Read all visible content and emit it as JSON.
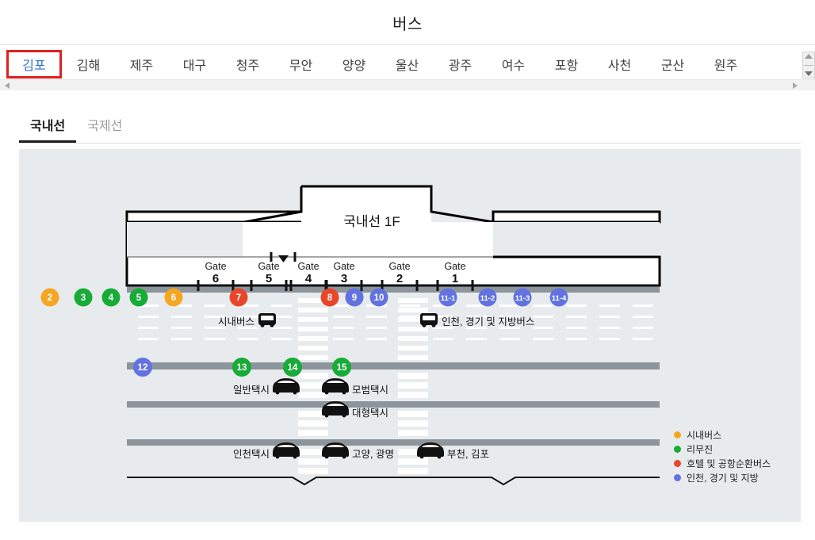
{
  "header": {
    "title": "버스"
  },
  "airport_tabs": {
    "selected": "김포",
    "items": [
      {
        "label": "김포"
      },
      {
        "label": "김해"
      },
      {
        "label": "제주"
      },
      {
        "label": "대구"
      },
      {
        "label": "청주"
      },
      {
        "label": "무안"
      },
      {
        "label": "양양"
      },
      {
        "label": "울산"
      },
      {
        "label": "광주"
      },
      {
        "label": "여수"
      },
      {
        "label": "포항"
      },
      {
        "label": "사천"
      },
      {
        "label": "군산"
      },
      {
        "label": "원주"
      }
    ]
  },
  "terminal_tabs": {
    "active": "국내선",
    "items": [
      {
        "label": "국내선"
      },
      {
        "label": "국제선"
      }
    ]
  },
  "map": {
    "building_label": "국내선 1F",
    "gates": [
      {
        "label": "Gate",
        "number": "6"
      },
      {
        "label": "Gate",
        "number": "5"
      },
      {
        "label": "Gate",
        "number": "4"
      },
      {
        "label": "Gate",
        "number": "3"
      },
      {
        "label": "Gate",
        "number": "2"
      },
      {
        "label": "Gate",
        "number": "1"
      }
    ],
    "stops_row1": [
      {
        "id": "2",
        "color": "#f5a623"
      },
      {
        "id": "3",
        "color": "#17ab37"
      },
      {
        "id": "4",
        "color": "#17ab37"
      },
      {
        "id": "5",
        "color": "#17ab37"
      },
      {
        "id": "6",
        "color": "#f5a623"
      },
      {
        "id": "7",
        "color": "#e8462a"
      },
      {
        "id": "8",
        "color": "#e8462a"
      },
      {
        "id": "9",
        "color": "#6272e0"
      },
      {
        "id": "10",
        "color": "#6272e0"
      },
      {
        "id": "11-1",
        "color": "#6272e0"
      },
      {
        "id": "11-2",
        "color": "#6272e0"
      },
      {
        "id": "11-3",
        "color": "#6272e0"
      },
      {
        "id": "11-4",
        "color": "#6272e0"
      }
    ],
    "stops_row2": [
      {
        "id": "12",
        "color": "#6272e0"
      },
      {
        "id": "13",
        "color": "#17ab37"
      },
      {
        "id": "14",
        "color": "#17ab37"
      },
      {
        "id": "15",
        "color": "#17ab37"
      }
    ],
    "labels": {
      "city_bus": "시내버스",
      "regional_bus": "인천, 경기 및 지방버스",
      "regular_taxi": "일반택시",
      "deluxe_taxi": "모범택시",
      "large_taxi": "대형택시",
      "incheon_taxi": "인천택시",
      "goyang_gwangmyeong": "고양, 광명",
      "bucheon_gimpo": "부천, 김포"
    },
    "legend": [
      {
        "label": "시내버스",
        "color": "#f5a623"
      },
      {
        "label": "리무진",
        "color": "#17ab37"
      },
      {
        "label": "호텔 및 공항순환버스",
        "color": "#e8462a"
      },
      {
        "label": "인천, 경기 및 지방",
        "color": "#6272e0"
      }
    ]
  }
}
